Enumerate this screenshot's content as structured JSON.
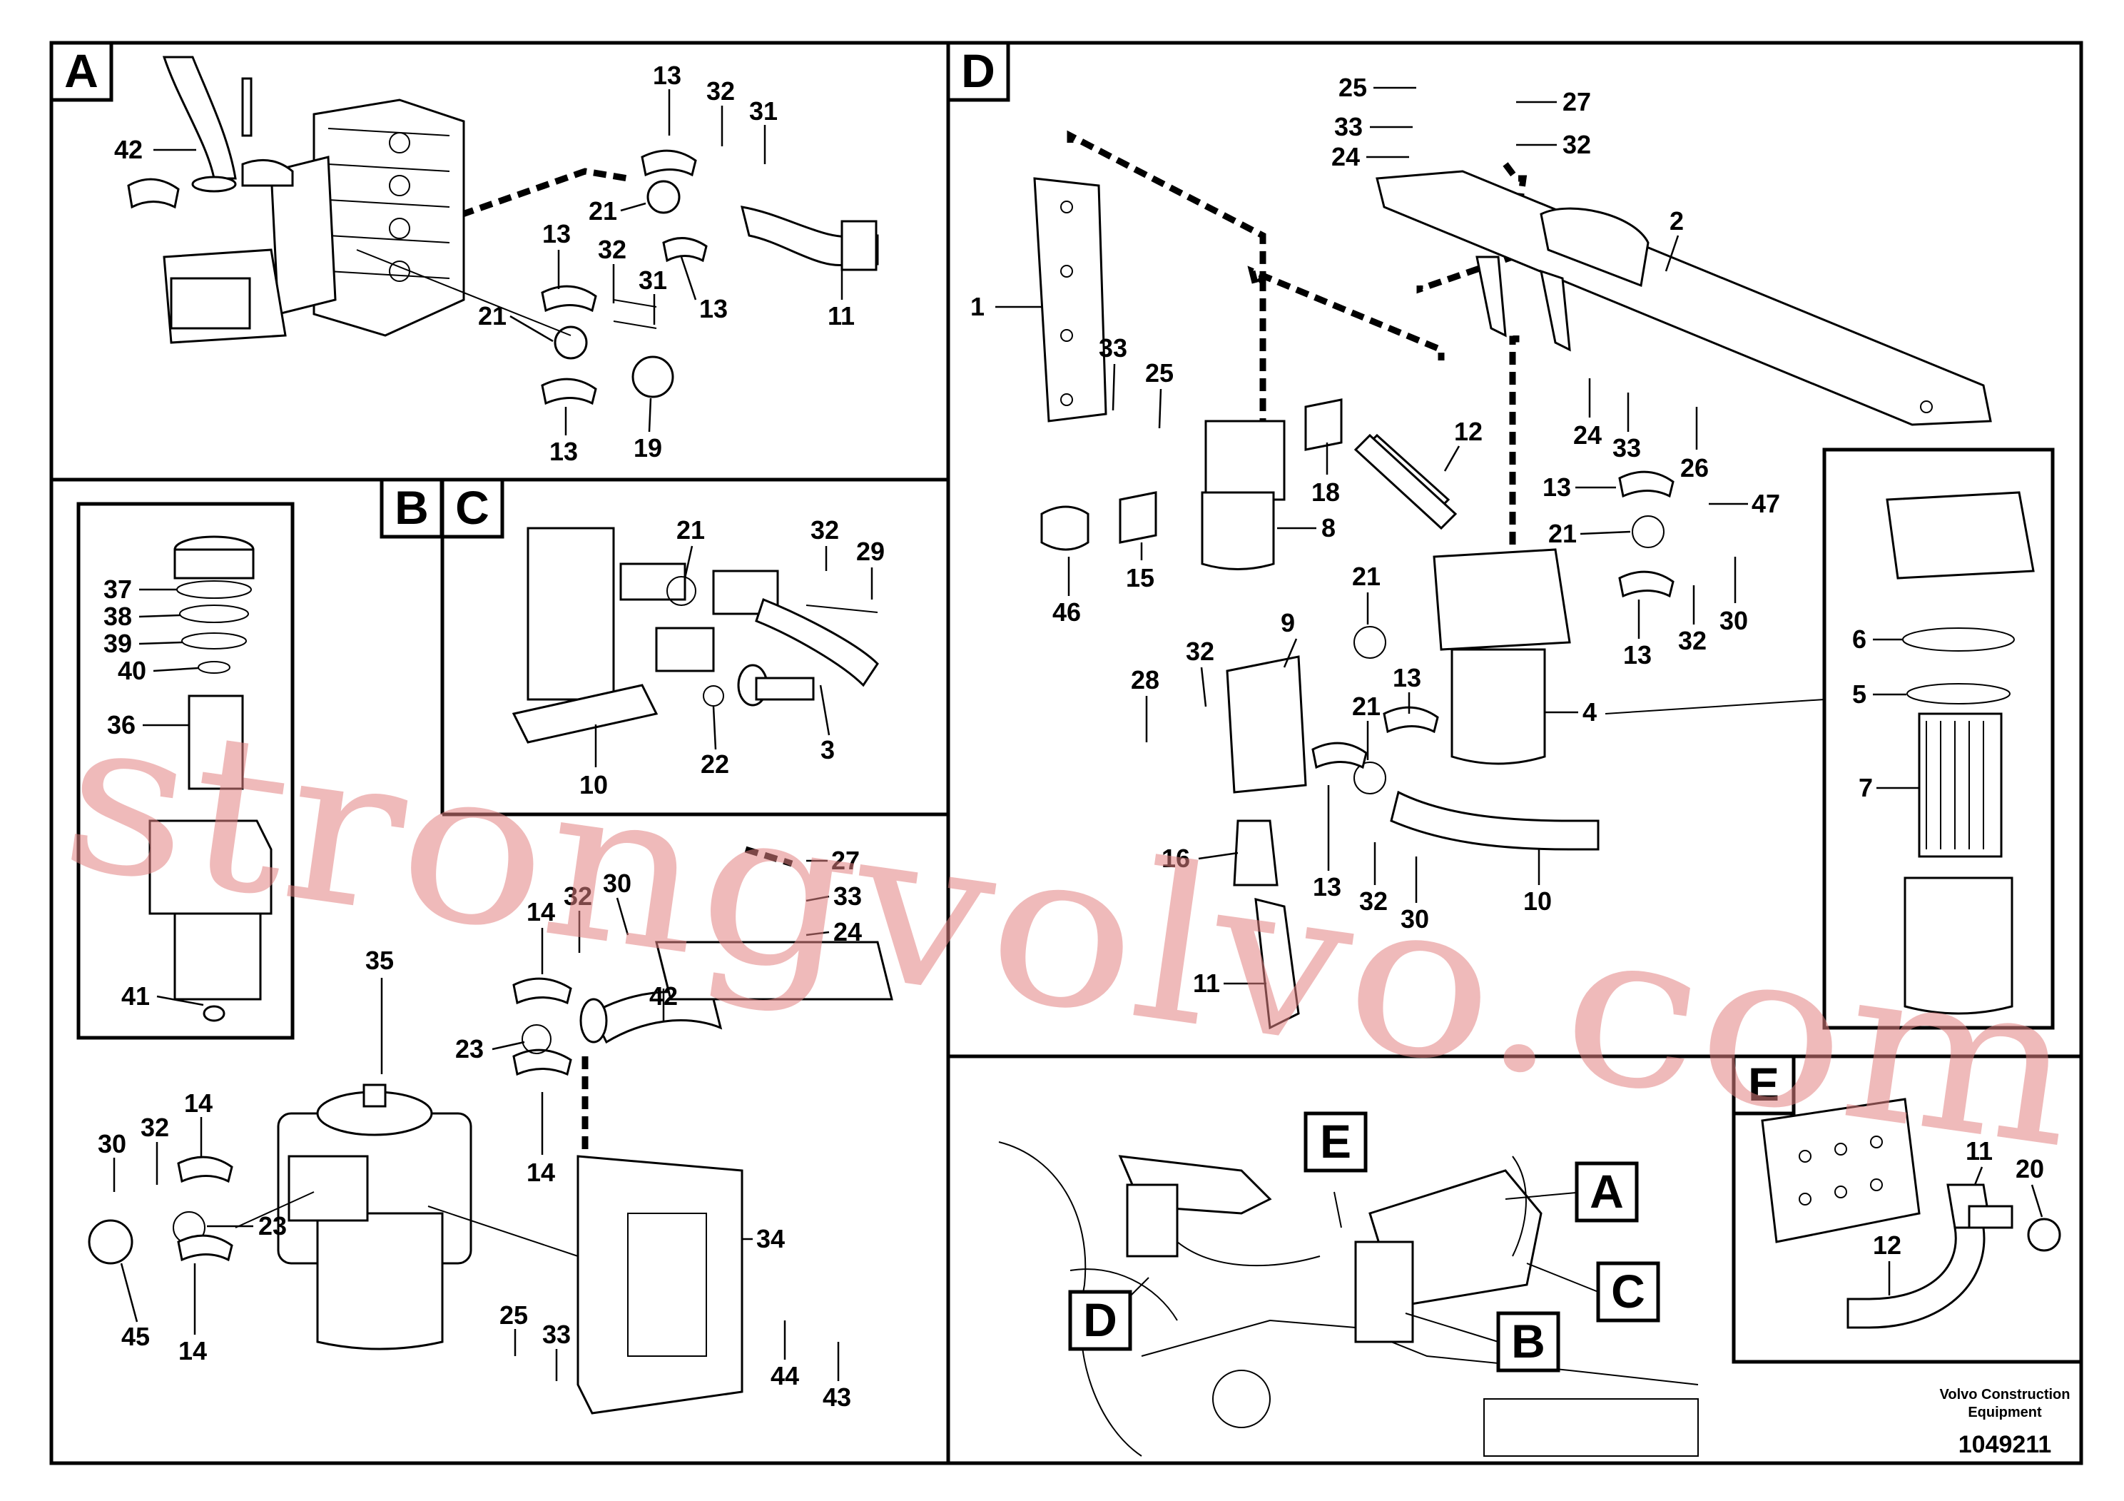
{
  "panels": [
    {
      "id": "A",
      "label": "A"
    },
    {
      "id": "B",
      "label": "B"
    },
    {
      "id": "C",
      "label": "C"
    },
    {
      "id": "D",
      "label": "D"
    },
    {
      "id": "E",
      "label": "E"
    },
    {
      "id": "overview",
      "label": ""
    }
  ],
  "overview_callouts": [
    "A",
    "B",
    "C",
    "D",
    "E"
  ],
  "part_numbers": {
    "A": [
      "42",
      "13",
      "32",
      "31",
      "21",
      "13",
      "32",
      "31",
      "13",
      "11",
      "21",
      "13",
      "19"
    ],
    "B": [
      "37",
      "38",
      "39",
      "40",
      "36",
      "41",
      "35",
      "14",
      "32",
      "30",
      "27",
      "33",
      "24",
      "23",
      "42",
      "14",
      "30",
      "32",
      "14",
      "23",
      "45",
      "14",
      "34",
      "25",
      "33",
      "44",
      "43"
    ],
    "C": [
      "21",
      "32",
      "29",
      "22",
      "3",
      "10"
    ],
    "D": [
      "25",
      "27",
      "33",
      "32",
      "24",
      "2",
      "1",
      "33",
      "25",
      "24",
      "33",
      "26",
      "12",
      "18",
      "8",
      "46",
      "15",
      "13",
      "47",
      "21",
      "9",
      "21",
      "28",
      "32",
      "13",
      "21",
      "4",
      "13",
      "32",
      "30",
      "6",
      "5",
      "7",
      "16",
      "13",
      "32",
      "30",
      "10",
      "11"
    ],
    "E": [
      "11",
      "20",
      "12"
    ]
  },
  "footer": {
    "brand_line1": "Volvo Construction",
    "brand_line2": "Equipment",
    "doc_number": "1049211"
  },
  "watermark": "strongvolvo.com"
}
